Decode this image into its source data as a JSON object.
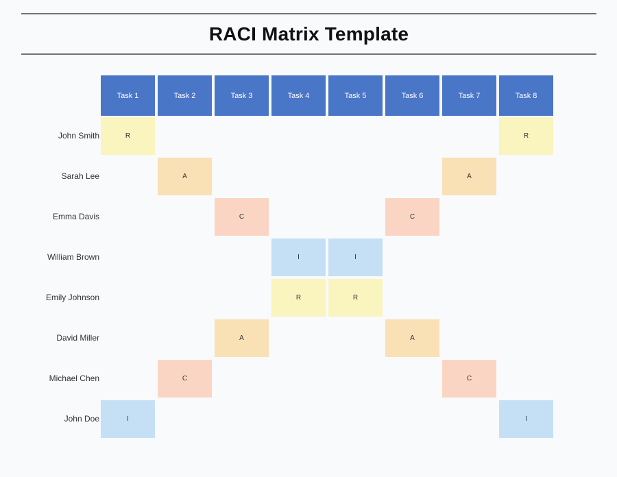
{
  "page": {
    "title": "RACI Matrix Template",
    "background_color": "#f8fafc",
    "rule_color": "#6e7277"
  },
  "legend_colors": {
    "header": "#4a76c8",
    "R": "#faf4be",
    "A": "#fae0b5",
    "C": "#fbd5c4",
    "I": "#c5e0f5"
  },
  "matrix": {
    "columns": [
      "Task 1",
      "Task 2",
      "Task 3",
      "Task 4",
      "Task 5",
      "Task 6",
      "Task 7",
      "Task 8"
    ],
    "rows": [
      {
        "name": "John Smith",
        "cells": [
          "R",
          "",
          "",
          "",
          "",
          "",
          "",
          "R"
        ]
      },
      {
        "name": "Sarah Lee",
        "cells": [
          "",
          "A",
          "",
          "",
          "",
          "",
          "A",
          ""
        ]
      },
      {
        "name": "Emma Davis",
        "cells": [
          "",
          "",
          "C",
          "",
          "",
          "C",
          "",
          ""
        ]
      },
      {
        "name": "William Brown",
        "cells": [
          "",
          "",
          "",
          "I",
          "I",
          "",
          "",
          ""
        ]
      },
      {
        "name": "Emily Johnson",
        "cells": [
          "",
          "",
          "",
          "R",
          "R",
          "",
          "",
          ""
        ]
      },
      {
        "name": "David Miller",
        "cells": [
          "",
          "",
          "A",
          "",
          "",
          "A",
          "",
          ""
        ]
      },
      {
        "name": "Michael Chen",
        "cells": [
          "",
          "C",
          "",
          "",
          "",
          "",
          "C",
          ""
        ]
      },
      {
        "name": "John Doe",
        "cells": [
          "I",
          "",
          "",
          "",
          "",
          "",
          "",
          "I"
        ]
      }
    ]
  }
}
